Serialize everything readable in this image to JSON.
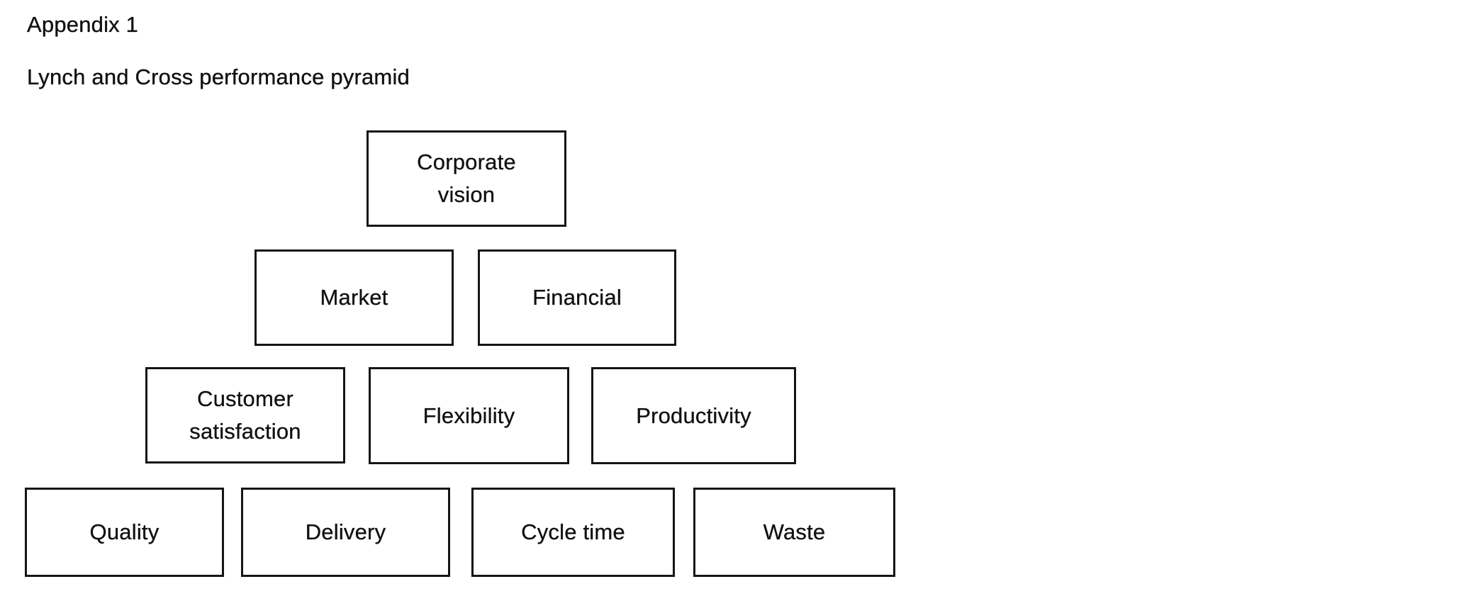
{
  "colors": {
    "background": "#ffffff",
    "ink": "#111111",
    "box_border": "#151515"
  },
  "header": {
    "appendix_label": "Appendix 1",
    "title": "Lynch and Cross performance pyramid"
  },
  "pyramid": {
    "boxes": {
      "corporate_vision": "Corporate\nvision",
      "market": "Market",
      "financial": "Financial",
      "customer_satisfaction": "Customer\nsatisfaction",
      "flexibility": "Flexibility",
      "productivity": "Productivity",
      "quality": "Quality",
      "delivery": "Delivery",
      "cycle_time": "Cycle time",
      "waste": "Waste"
    }
  }
}
